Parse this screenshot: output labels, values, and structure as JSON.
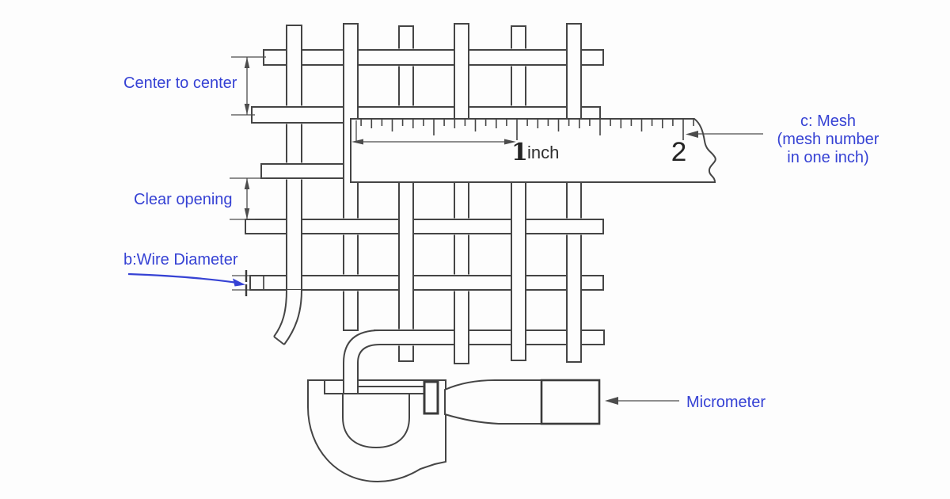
{
  "figure": {
    "background": "#fdfdfd",
    "line_color": "#454545",
    "dim_line_color": "#4c4c4c",
    "label_color": "#3642d4"
  },
  "labels": {
    "center_to_center": "Center to center",
    "clear_opening": "Clear opening",
    "wire_diameter": "b:Wire Diameter",
    "mesh_line1": "c: Mesh",
    "mesh_line2": "(mesh number",
    "mesh_line3": "in one inch)",
    "micrometer": "Micrometer"
  },
  "ruler": {
    "number_one": "1",
    "unit_word": "inch",
    "number_two": "2"
  }
}
